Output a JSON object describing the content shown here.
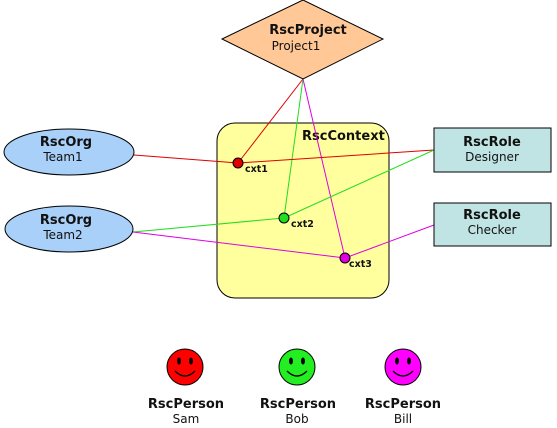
{
  "diagram": {
    "project": {
      "type": "RscProject",
      "name": "Project1"
    },
    "context": {
      "title": "RscContext"
    },
    "orgs": [
      {
        "type": "RscOrg",
        "name": "Team1"
      },
      {
        "type": "RscOrg",
        "name": "Team2"
      }
    ],
    "roles": [
      {
        "type": "RscRole",
        "name": "Designer"
      },
      {
        "type": "RscRole",
        "name": "Checker"
      }
    ],
    "contexts": [
      {
        "label": "cxt1",
        "color": "#e00000"
      },
      {
        "label": "cxt2",
        "color": "#22dd22"
      },
      {
        "label": "cxt3",
        "color": "#e000e0"
      }
    ],
    "persons": [
      {
        "type": "RscPerson",
        "name": "Sam",
        "color": "#ff0000"
      },
      {
        "type": "RscPerson",
        "name": "Bob",
        "color": "#22ee22"
      },
      {
        "type": "RscPerson",
        "name": "Bill",
        "color": "#ff00ff"
      }
    ]
  }
}
